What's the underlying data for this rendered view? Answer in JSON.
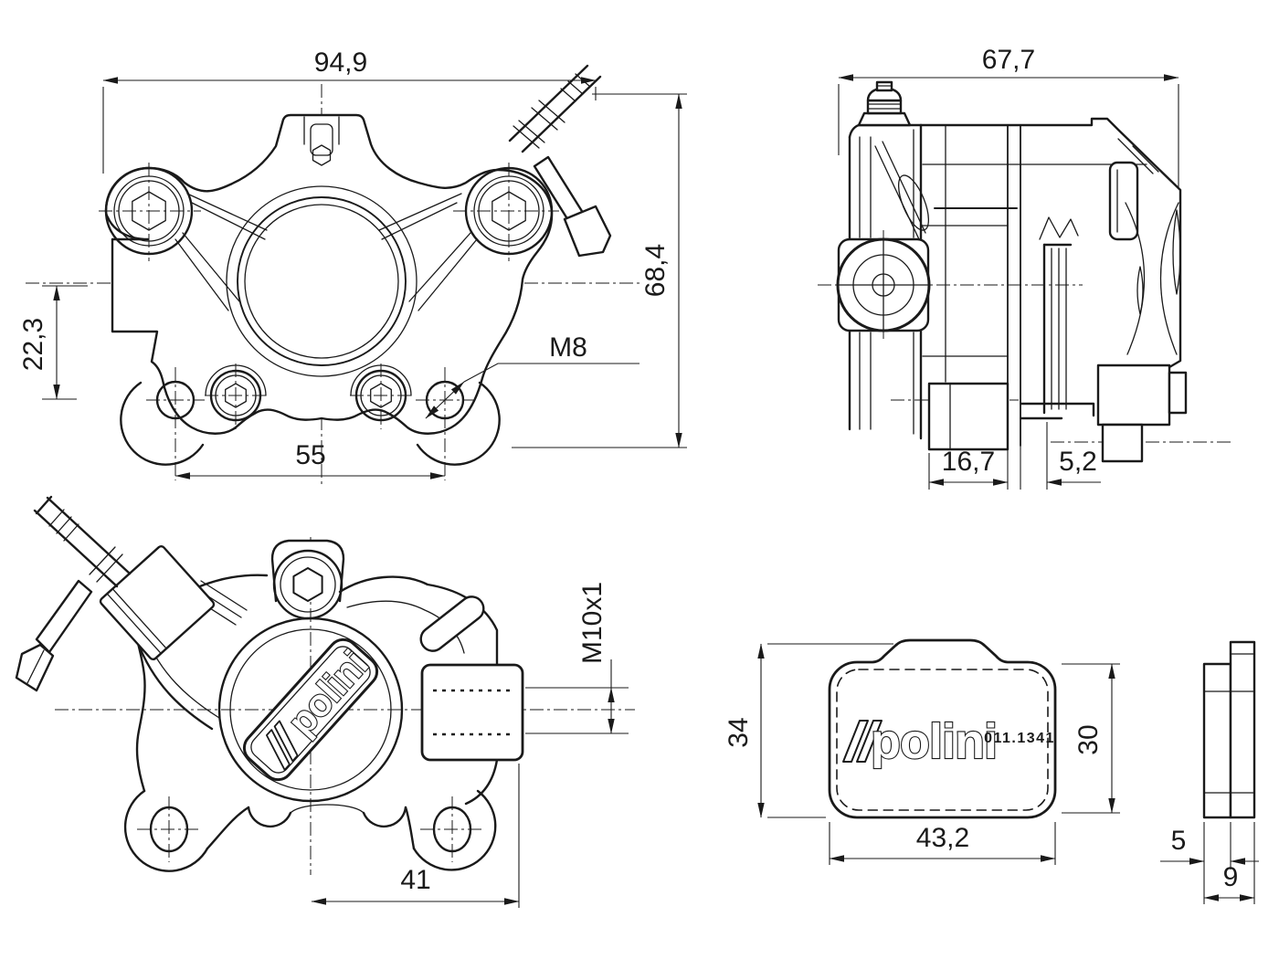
{
  "front": {
    "dim_width": "94,9",
    "dim_height": "68,4",
    "dim_offset": "22,3",
    "dim_bolt_spacing": "55",
    "thread_label": "M8"
  },
  "side": {
    "dim_width": "67,7",
    "dim_foot_width": "16,7",
    "dim_disc_gap": "5,2"
  },
  "rear": {
    "dim_mount_offset": "41",
    "thread_label": "M10x1",
    "brand_logo": "polini"
  },
  "pad": {
    "dim_height_overall": "34",
    "dim_height_body": "30",
    "dim_width": "43,2",
    "dim_lining_thickness": "5",
    "dim_overall_thickness": "9",
    "brand_logo": "polini",
    "part_number": "011.1341"
  },
  "colors": {
    "ink": "#1a1a1a",
    "paper": "#ffffff"
  }
}
